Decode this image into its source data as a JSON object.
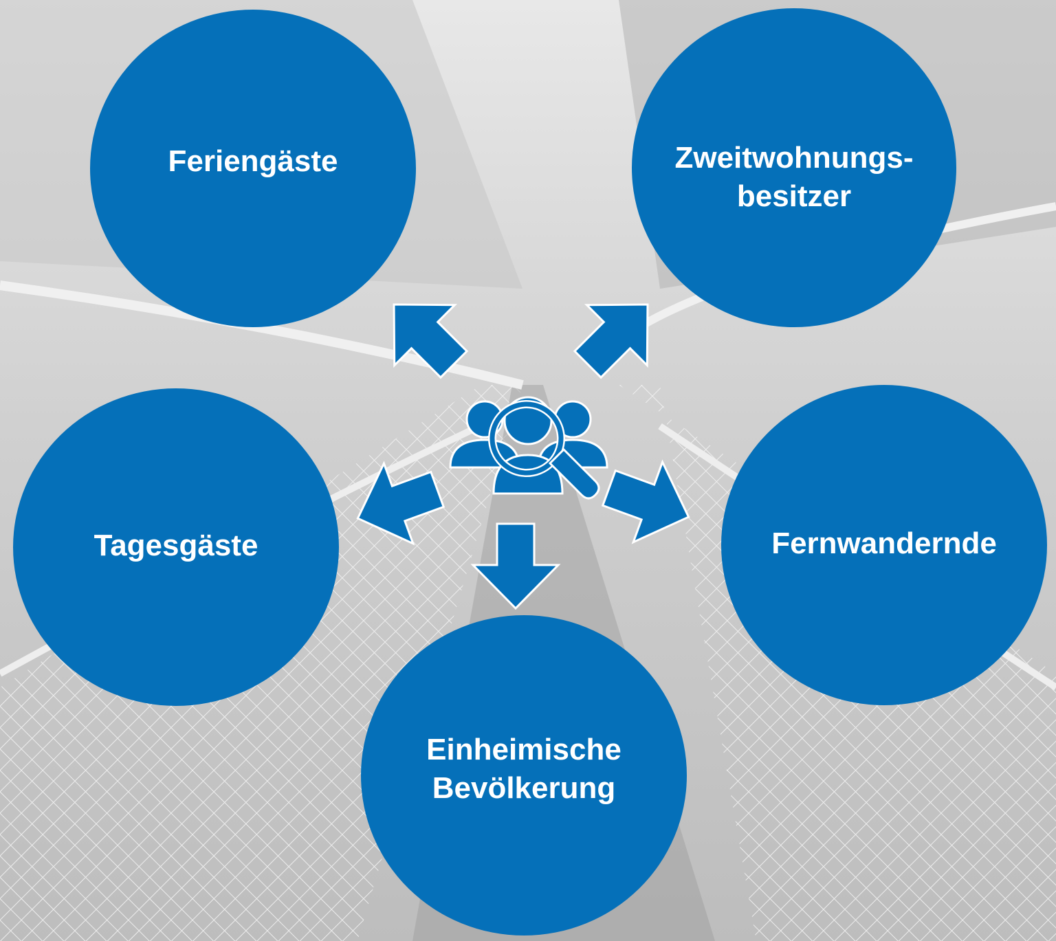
{
  "colors": {
    "accent": "#0570b9",
    "text": "#ffffff",
    "background": "#dcdcdc"
  },
  "center_icon": "people-search-icon",
  "nodes": {
    "feriengaeste": "Feriengäste",
    "zweitwohnungsbesitzer_line1": "Zweitwohnungs-",
    "zweitwohnungsbesitzer_line2": "besitzer",
    "tagesgaeste": "Tagesgäste",
    "fernwandernde": "Fernwandernde",
    "einheimische_line1": "Einheimische",
    "einheimische_line2": "Bevölkerung"
  }
}
